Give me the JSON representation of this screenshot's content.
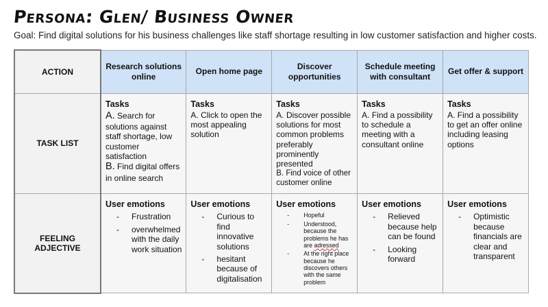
{
  "title": "Persona: Glen/ Business Owner",
  "goal": "Goal: Find digital solutions for his business challenges like staff shortage resulting in low customer satisfaction and higher costs.",
  "row_labels": {
    "action": "ACTION",
    "tasks": "TASK LIST",
    "feeling": "FEELING ADJECTIVE"
  },
  "stages": [
    "Research solutions online",
    "Open home page",
    "Discover opportunities",
    "Schedule meeting with consultant",
    "Get offer & support"
  ],
  "tasks_heading": "Tasks",
  "emotions_heading": "User emotions",
  "tasks": {
    "s1": {
      "a_letter": "A.",
      "a_text": "Search for solutions against staff shortage, low customer satisfaction",
      "b_letter": "B.",
      "b_text": "Find digital offers in online search"
    },
    "s2": "A. Click to open the most appealing solution",
    "s3": {
      "a": "A. Discover possible solutions for most common problems preferably prominently presented",
      "b": "B. Find voice of other customer online"
    },
    "s4": "A. Find a possibility to schedule a meeting with a consultant online",
    "s5": "A. Find a possibility to get an offer online including leasing options"
  },
  "emotions": {
    "s1": [
      "Frustration",
      "overwhelmed with the daily work situation"
    ],
    "s2": [
      "Curious to find innovative solutions",
      "hesitant because of digitalisation"
    ],
    "s3": {
      "e1": "Hopeful",
      "e2_pre": "Understood, because the problems he has are ",
      "e2_word": "adressed",
      "e3": "At the right place because he discovers others with the same problem"
    },
    "s4": [
      "Relieved because help can be found",
      "Looking forward"
    ],
    "s5": [
      "Optimistic because financials are clear and transparent"
    ]
  }
}
